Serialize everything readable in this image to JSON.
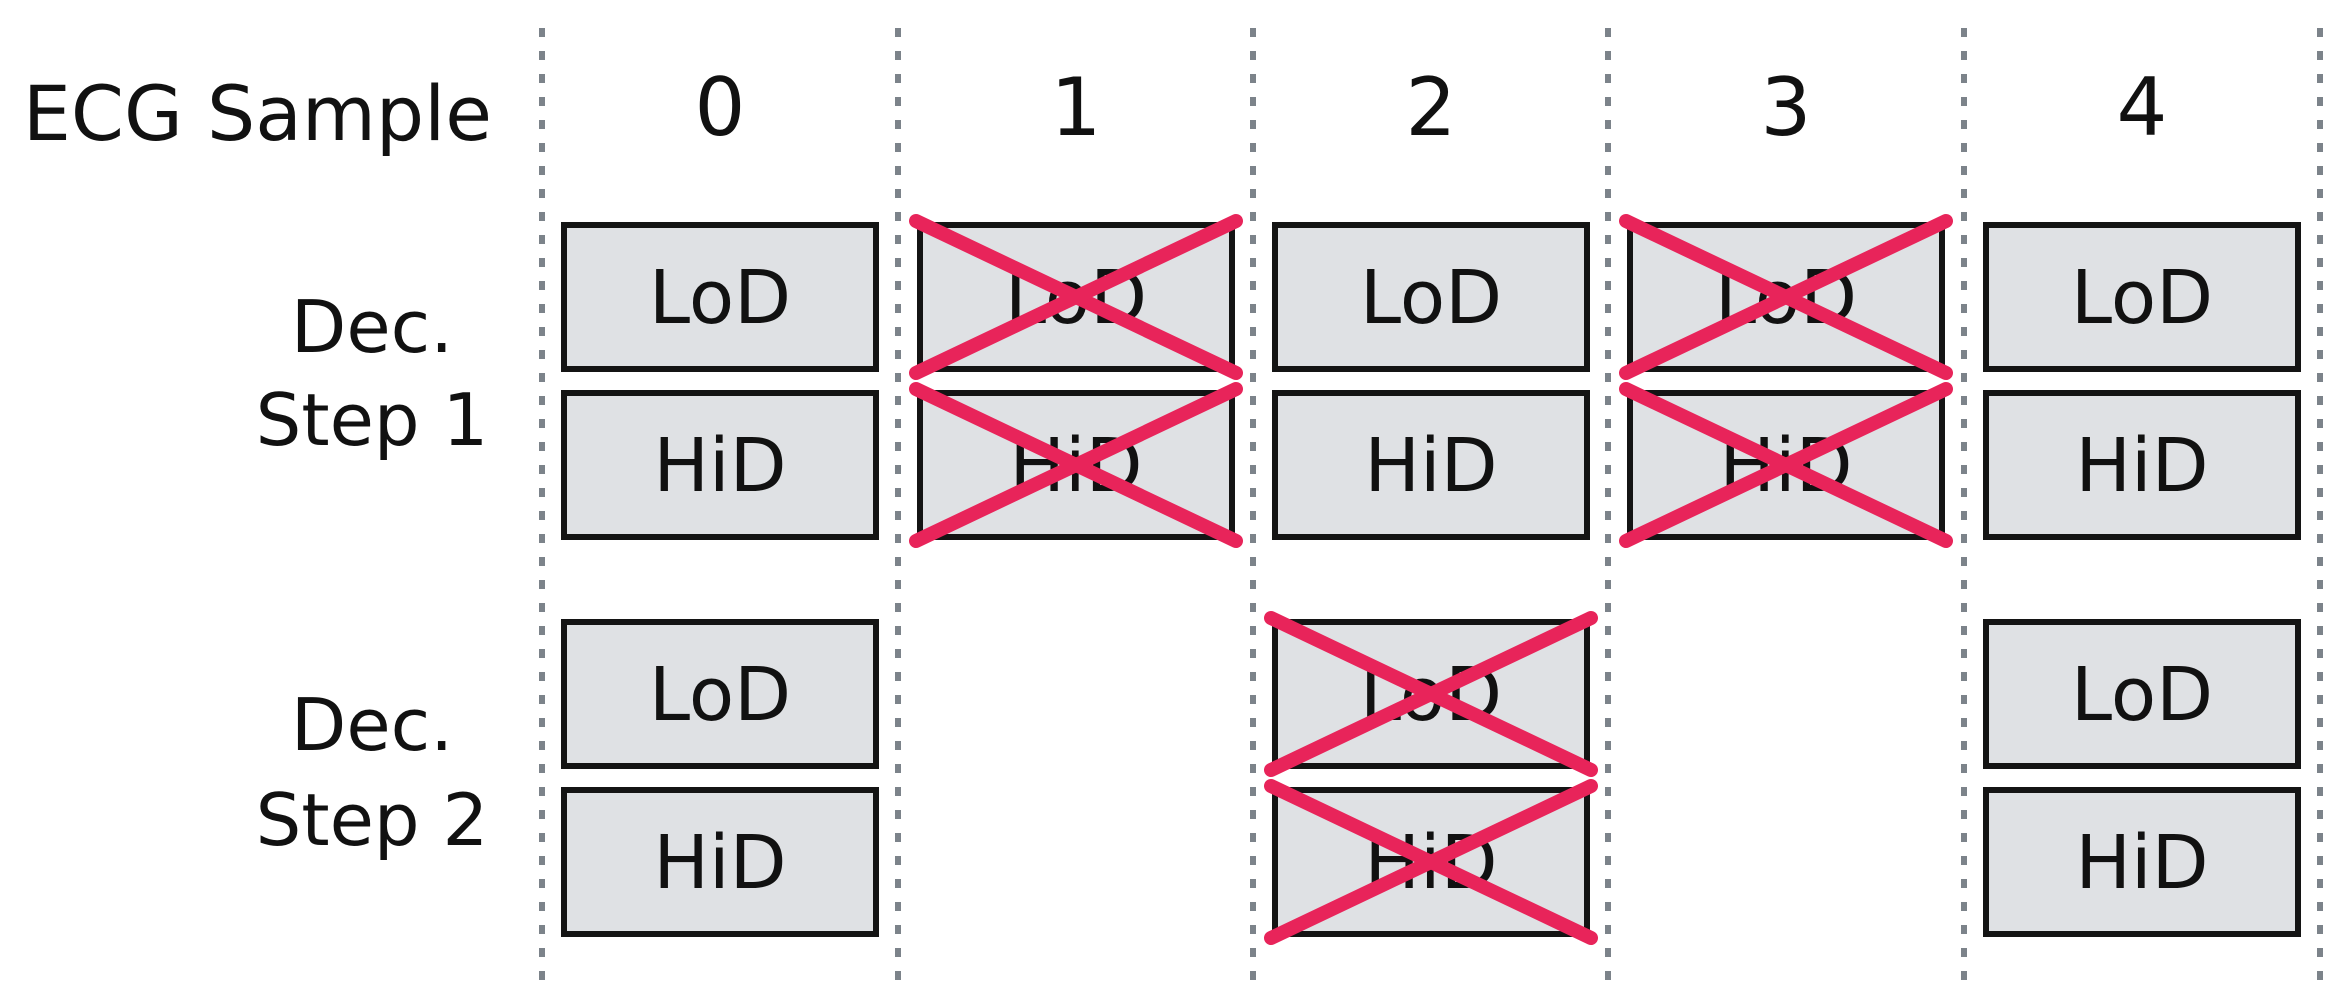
{
  "header_label": "ECG Sample",
  "columns": [
    "0",
    "1",
    "2",
    "3",
    "4"
  ],
  "steps": [
    {
      "label_line1": "Dec.",
      "label_line2": "Step 1",
      "cells": [
        {
          "col": 0,
          "label": "LoD",
          "dropped": false
        },
        {
          "col": 0,
          "label": "HiD",
          "dropped": false
        },
        {
          "col": 1,
          "label": "LoD",
          "dropped": true
        },
        {
          "col": 1,
          "label": "HiD",
          "dropped": true
        },
        {
          "col": 2,
          "label": "LoD",
          "dropped": false
        },
        {
          "col": 2,
          "label": "HiD",
          "dropped": false
        },
        {
          "col": 3,
          "label": "LoD",
          "dropped": true
        },
        {
          "col": 3,
          "label": "HiD",
          "dropped": true
        },
        {
          "col": 4,
          "label": "LoD",
          "dropped": false
        },
        {
          "col": 4,
          "label": "HiD",
          "dropped": false
        }
      ]
    },
    {
      "label_line1": "Dec.",
      "label_line2": "Step 2",
      "cells": [
        {
          "col": 0,
          "label": "LoD",
          "dropped": false
        },
        {
          "col": 0,
          "label": "HiD",
          "dropped": false
        },
        {
          "col": 2,
          "label": "LoD",
          "dropped": true
        },
        {
          "col": 2,
          "label": "HiD",
          "dropped": true
        },
        {
          "col": 4,
          "label": "LoD",
          "dropped": false
        },
        {
          "col": 4,
          "label": "HiD",
          "dropped": false
        }
      ]
    }
  ],
  "colors": {
    "cell_fill": "#dfe1e4",
    "cell_border": "#141414",
    "cross": "#e8245a",
    "separator": "#7c838a"
  }
}
